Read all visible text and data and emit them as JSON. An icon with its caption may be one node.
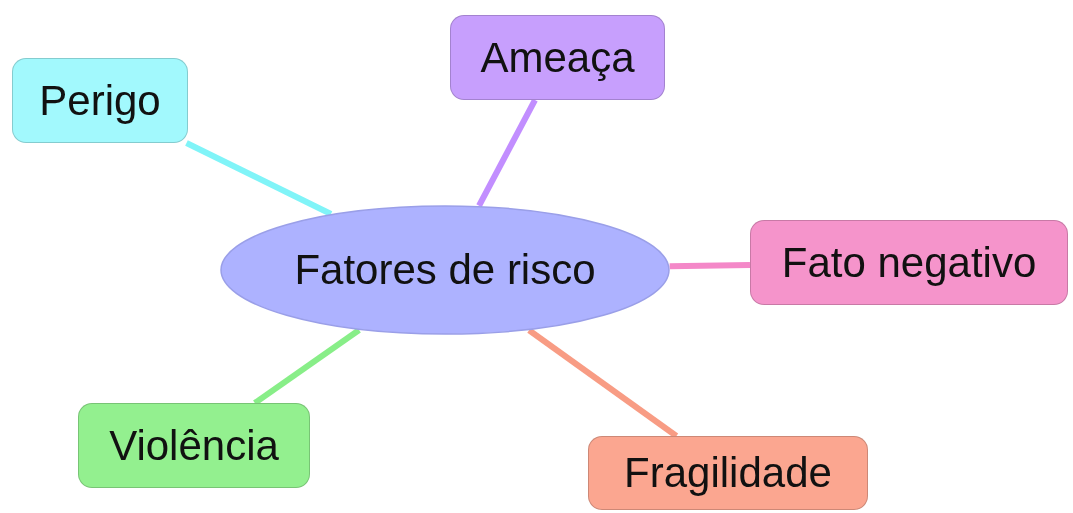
{
  "diagram": {
    "nodes": [
      {
        "text": [
          "Fatores de risco"
        ]
      },
      {
        "text": [
          "Perigo"
        ]
      },
      {
        "text": [
          "Ameaça"
        ]
      },
      {
        "text": [
          "Fato negativo"
        ]
      },
      {
        "text": [
          "Violência"
        ]
      },
      {
        "text": [
          "Fragilidade"
        ]
      }
    ],
    "edges": [
      {
        "from": 0,
        "to": 1,
        "arrow": "none",
        "color": "#80f4f8"
      },
      {
        "from": 0,
        "to": 2,
        "arrow": "none",
        "color": "#c28eff"
      },
      {
        "from": 0,
        "to": 3,
        "arrow": "none",
        "color": "#f488c8"
      },
      {
        "from": 0,
        "to": 4,
        "arrow": "none",
        "color": "#88ee88"
      },
      {
        "from": 0,
        "to": 5,
        "arrow": "none",
        "color": "#f89c84"
      }
    ]
  }
}
